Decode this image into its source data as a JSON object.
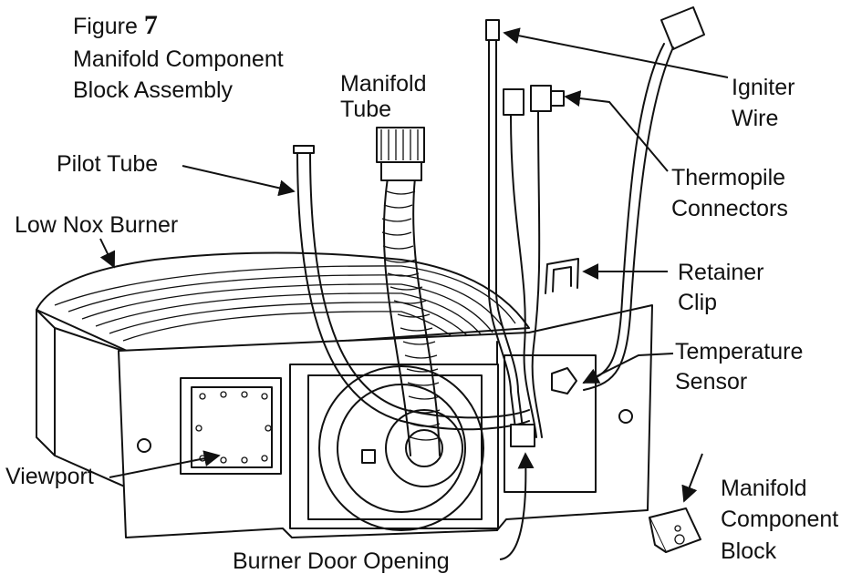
{
  "figure": {
    "prefix": "Figure",
    "number": "7",
    "title_line1": "Manifold Component",
    "title_line2": "Block Assembly"
  },
  "labels": {
    "manifold_tube": [
      "Manifold",
      "Tube"
    ],
    "pilot_tube": "Pilot Tube",
    "low_nox_burner": "Low Nox Burner",
    "viewport": "Viewport",
    "burner_door_opening": "Burner Door Opening",
    "igniter_wire": [
      "Igniter",
      "Wire"
    ],
    "thermopile_connectors": [
      "Thermopile",
      "Connectors"
    ],
    "retainer_clip": [
      "Retainer",
      "Clip"
    ],
    "temperature_sensor": [
      "Temperature",
      "Sensor"
    ],
    "manifold_component_block": [
      "Manifold",
      "Component",
      "Block"
    ]
  }
}
